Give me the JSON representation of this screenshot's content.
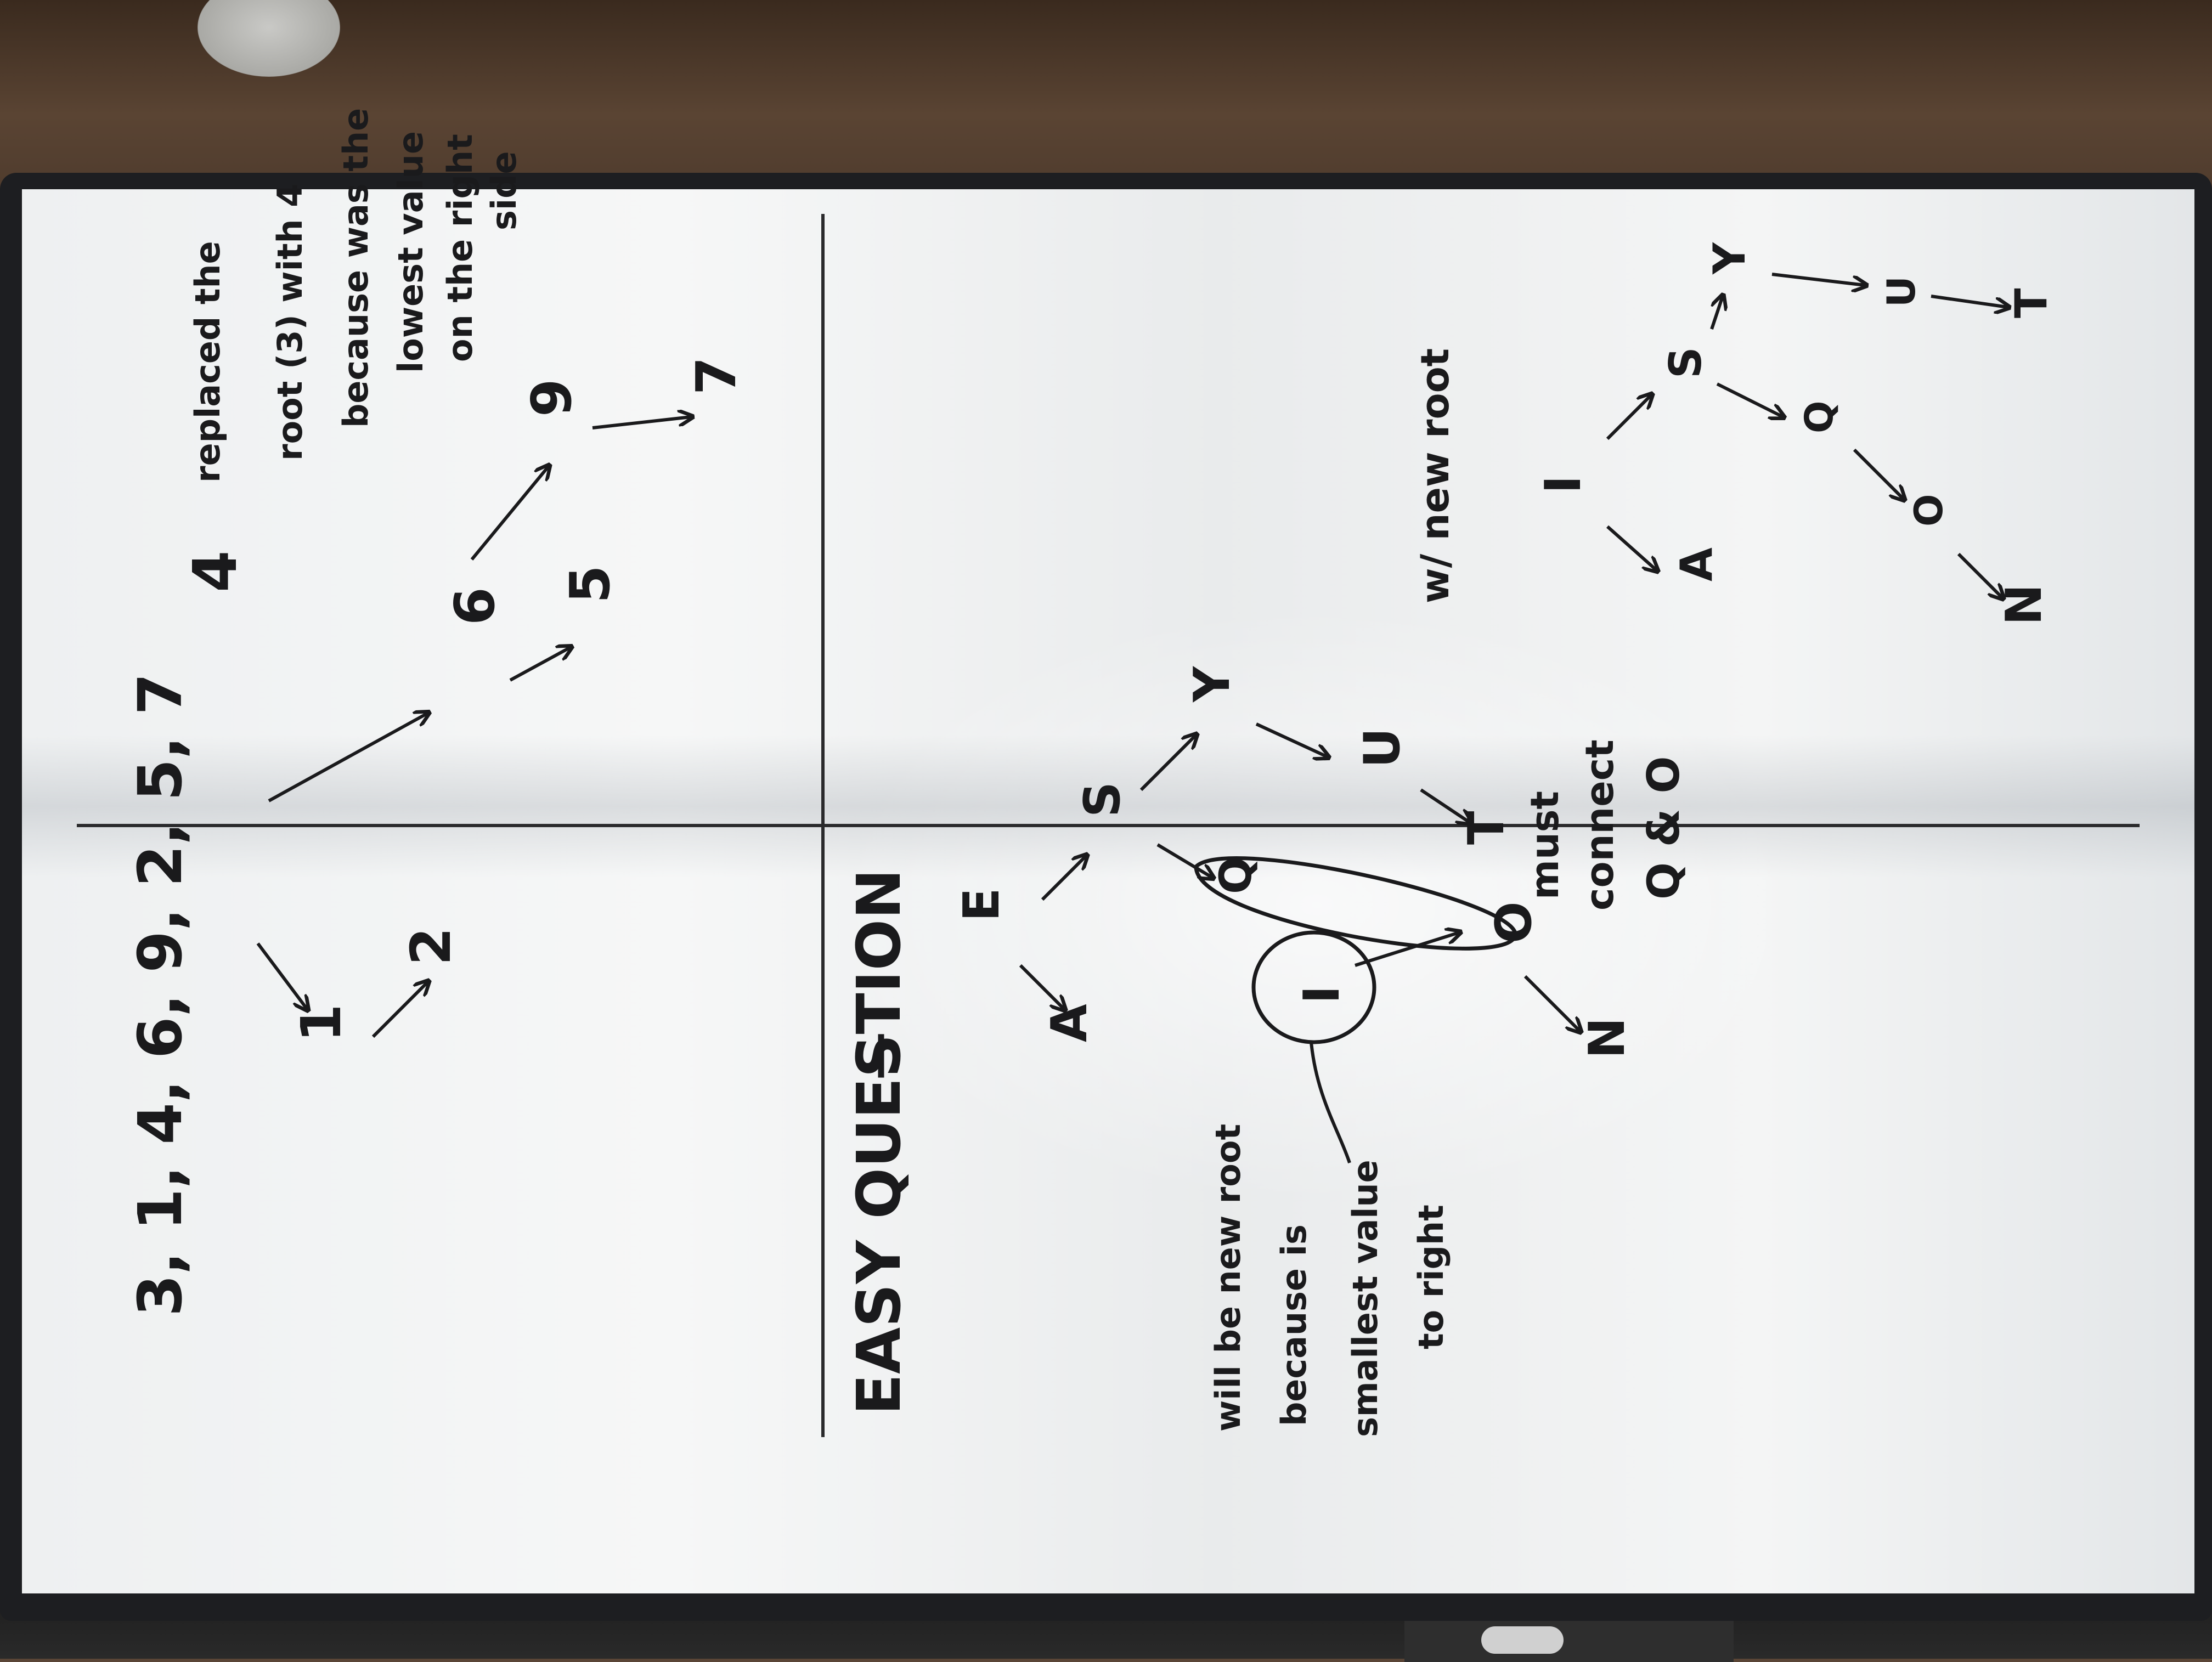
{
  "photo": {
    "subject": "whiteboard",
    "rotation_degrees": -90
  },
  "section_top": {
    "sequence": "3, 1, 4, 6, 9, 2, 5, 7",
    "tree_nodes": [
      "4",
      "1",
      "2",
      "6",
      "5",
      "9",
      "7"
    ],
    "note_line1": "replaced the",
    "note_line2": "root (3) with 4",
    "note_line3": "because was the",
    "note_line4": "lowest value",
    "note_line5": "on the right",
    "note_line6": "side"
  },
  "section_bottom": {
    "heading_prefix": "EASY QUE",
    "heading_struck": "S",
    "heading_suffix": "TION",
    "tree_nodes": [
      "E",
      "A",
      "S",
      "Q",
      "Y",
      "U",
      "T",
      "I",
      "O",
      "N"
    ],
    "circle_note_line1": "will be new root",
    "circle_note_line2": "because is",
    "circle_note_line3": "smallest value",
    "circle_note_line4": "to right",
    "connect_line1": "must",
    "connect_line2": "connect",
    "connect_line3": "Q & O",
    "new_root_label": "w/ new root",
    "result_nodes": [
      "I",
      "A",
      "S",
      "Q",
      "O",
      "N",
      "Y",
      "U",
      "T"
    ]
  }
}
